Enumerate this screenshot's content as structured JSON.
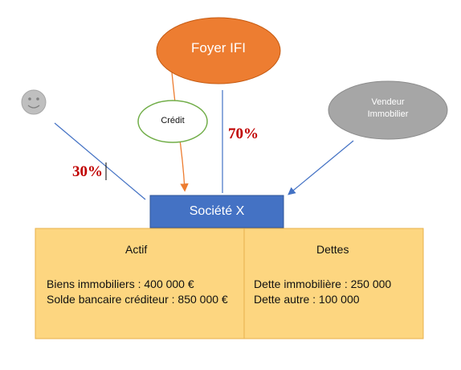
{
  "nodes": {
    "foyer": {
      "label": "Foyer IFI",
      "color": "#ed7d31"
    },
    "credit": {
      "label": "Crédit",
      "border_color": "#70ad47"
    },
    "vendeur": {
      "line1": "Vendeur",
      "line2": "Immobilier",
      "color": "#a6a6a6"
    },
    "societe": {
      "label": "Société X",
      "color": "#4472c4"
    },
    "person": {
      "icon": "smiley-face-icon",
      "color": "#bfbfbf"
    }
  },
  "links": {
    "person_share": "30%",
    "foyer_share": "70%"
  },
  "balance_sheet": {
    "fill": "#fdd680",
    "actif": {
      "title": "Actif",
      "items": [
        "Biens immobiliers : 400 000 €",
        "Solde bancaire créditeur : 850 000 €"
      ]
    },
    "dettes": {
      "title": "Dettes",
      "items": [
        "Dette immobilière : 250 000",
        "Dette autre : 100 000"
      ]
    }
  }
}
